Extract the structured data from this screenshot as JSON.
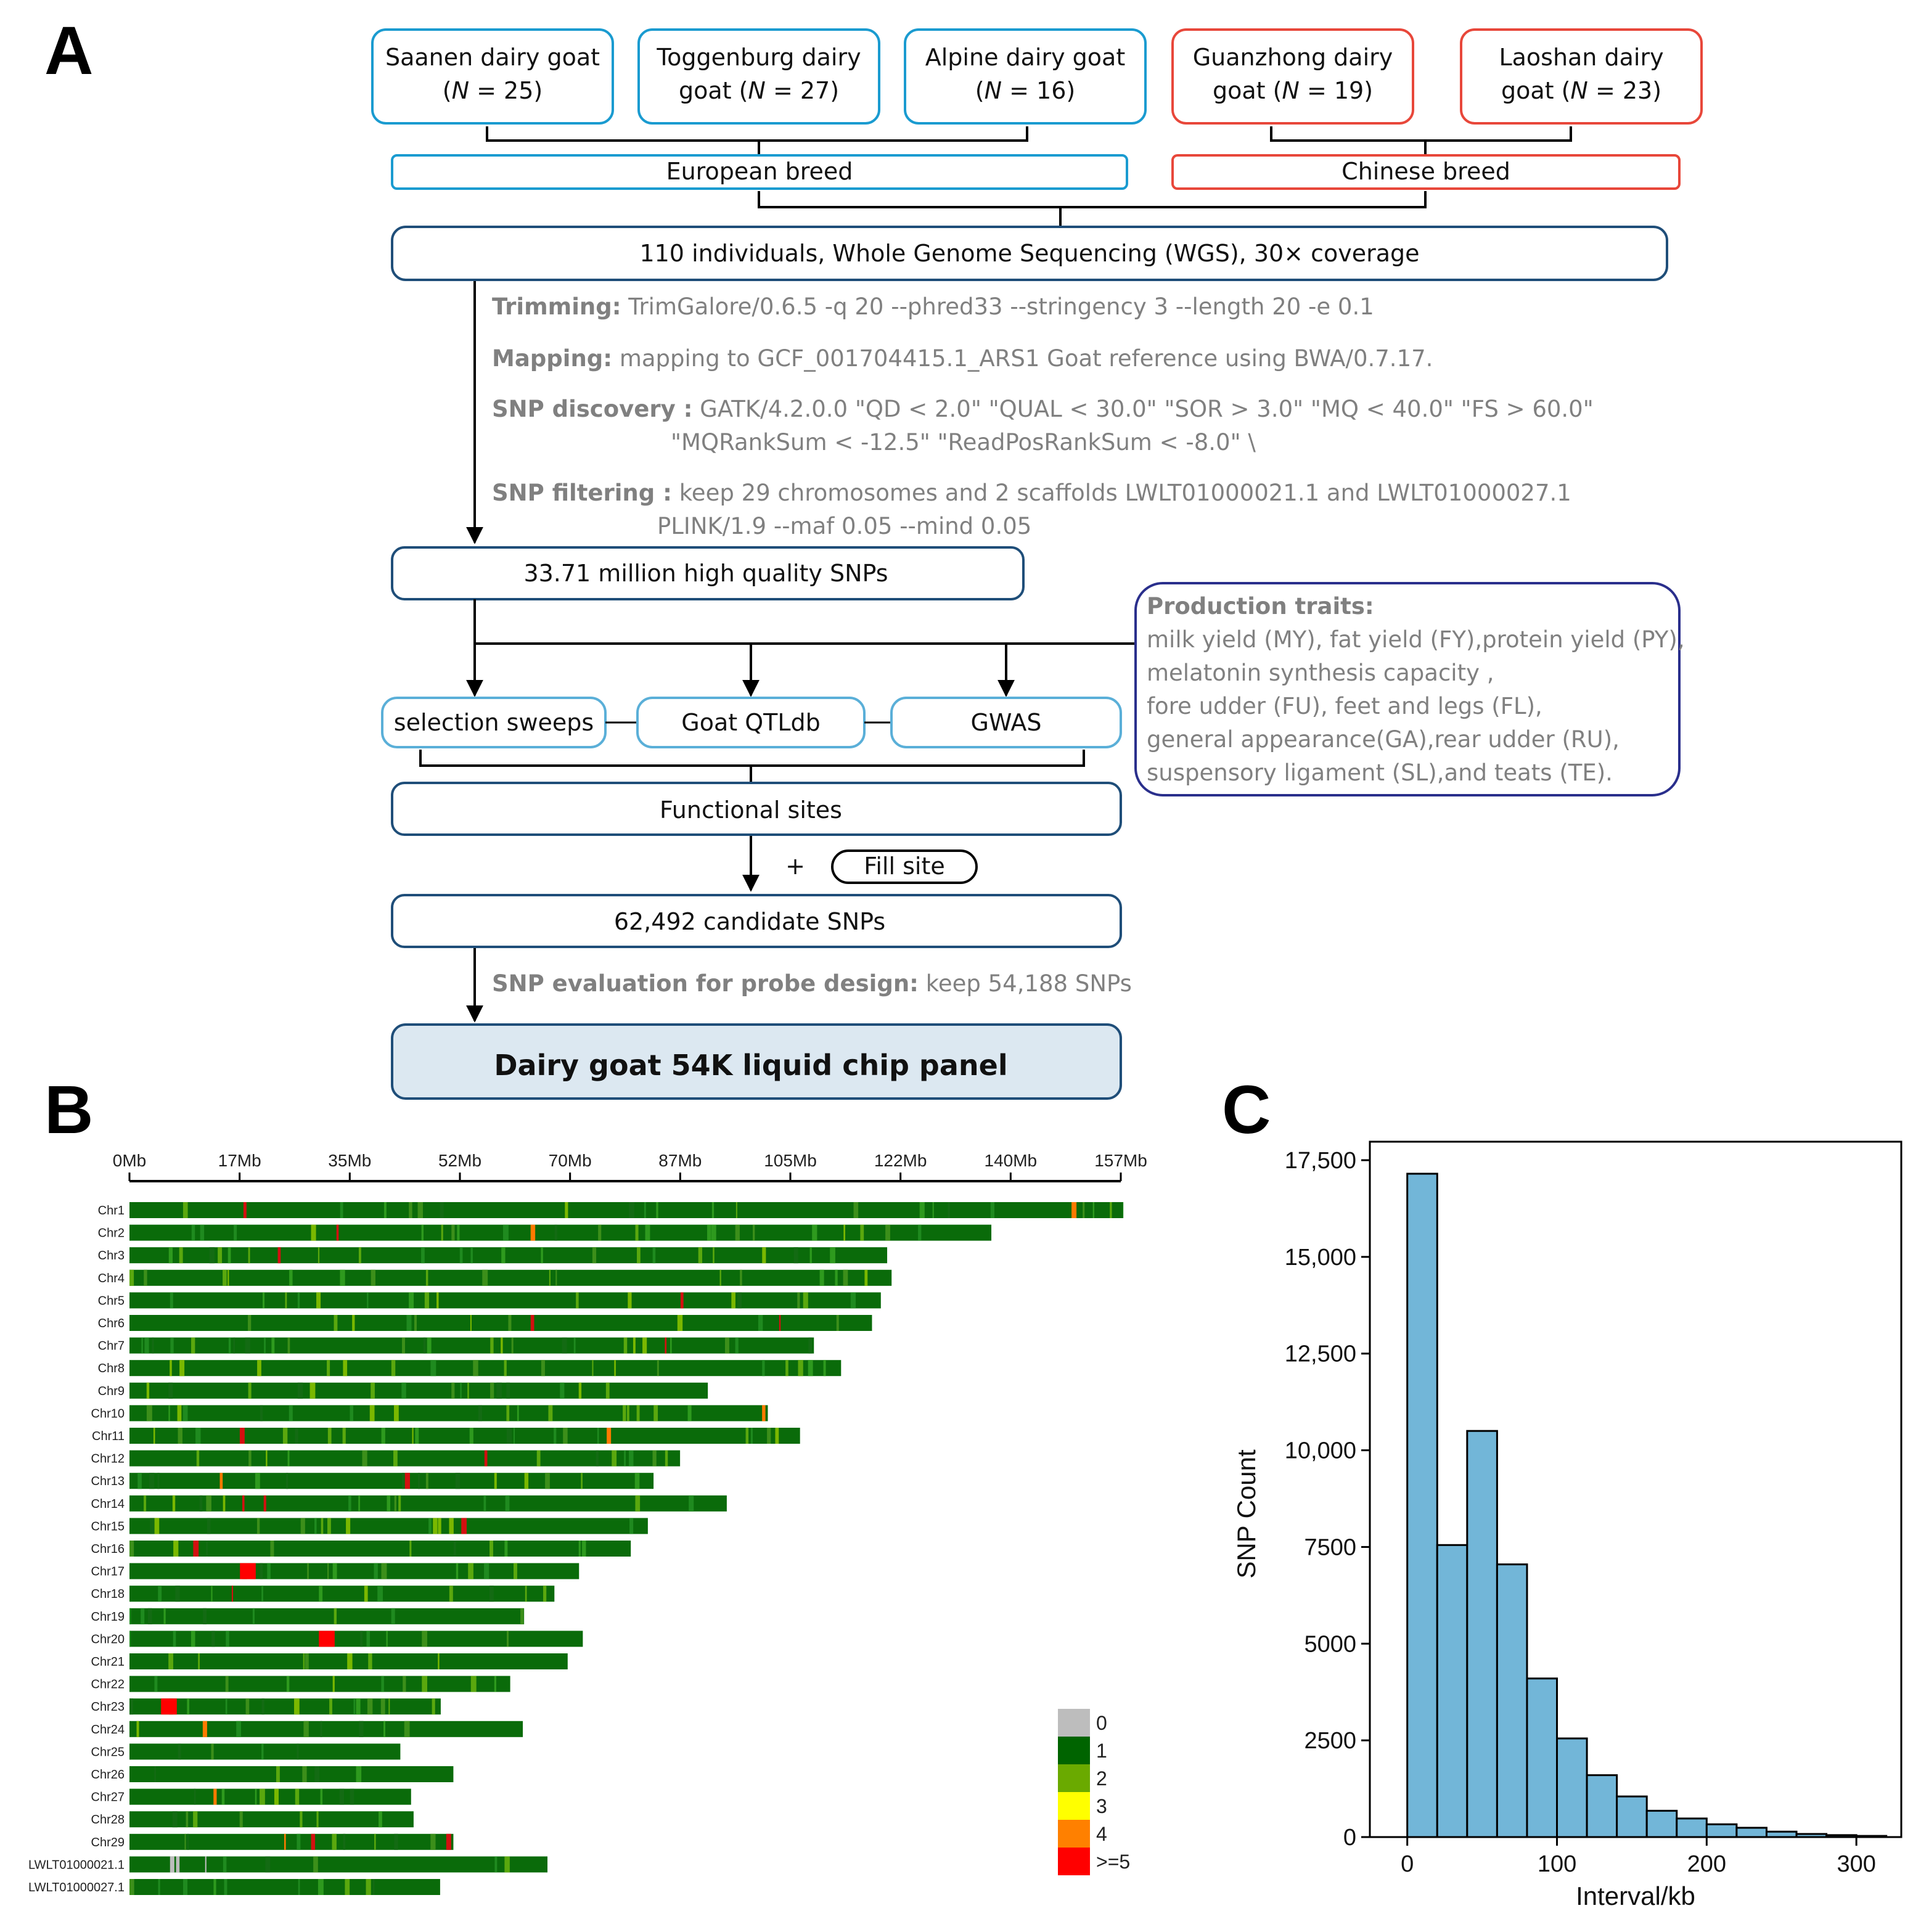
{
  "panel_a": {
    "letter": "A",
    "breeds": [
      {
        "line1": "Saanen dairy goat",
        "line2_pre": "(",
        "n": "N",
        "line2_post": " = 25)"
      },
      {
        "line1": "Toggenburg  dairy",
        "line2_pre": "goat (",
        "n": "N",
        "line2_post": " = 27)"
      },
      {
        "line1": "Alpine dairy goat",
        "line2_pre": "(",
        "n": "N",
        "line2_post": " = 16)"
      },
      {
        "line1": "Guanzhong  dairy",
        "line2_pre": "goat (",
        "n": "N",
        "line2_post": " = 19)"
      },
      {
        "line1": "Laoshan  dairy",
        "line2_pre": "goat (",
        "n": "N",
        "line2_post": " = 23)"
      }
    ],
    "group_european": "European breed",
    "group_chinese": "Chinese breed",
    "wgs_box": "110 individuals, Whole Genome Sequencing (WGS), 30× coverage",
    "trimming_label": "Trimming:",
    "trimming_text": " TrimGalore/0.6.5 -q 20 --phred33 --stringency 3 --length 20 -e 0.1",
    "mapping_label": "Mapping:",
    "mapping_text": " mapping to GCF_001704415.1_ARS1 Goat reference using BWA/0.7.17.",
    "snp_discovery_label": "SNP discovery :",
    "snp_discovery_line1": " GATK/4.2.0.0 \"QD < 2.0\" \"QUAL < 30.0\" \"SOR > 3.0\" \"MQ < 40.0\" \"FS > 60.0\"",
    "snp_discovery_line2": "\"MQRankSum < -12.5\"  \"ReadPosRankSum < -8.0\" \\",
    "snp_filtering_label": "SNP filtering :",
    "snp_filtering_line1": " keep 29 chromosomes and 2 scaffolds LWLT01000021.1 and LWLT01000027.1",
    "snp_filtering_line2": "PLINK/1.9 --maf 0.05 --mind 0.05",
    "hq_snps_box": "33.71 million high quality SNPs",
    "methods": [
      "selection sweeps",
      "Goat QTLdb",
      "GWAS"
    ],
    "traits_title": "Production traits:",
    "traits_lines": [
      "milk yield (MY), fat yield (FY),protein yield (PY),",
      "melatonin synthesis capacity ,",
      "fore udder (FU), feet and legs (FL),",
      "general appearance(GA),rear udder (RU),",
      "suspensory ligament (SL),and teats (TE)."
    ],
    "functional_box": "Functional sites",
    "plus": "+",
    "fill_site": "Fill site",
    "candidate_box": "62,492 candidate SNPs",
    "evaluation_label": "SNP evaluation for probe design:",
    "evaluation_text": " keep 54,188 SNPs",
    "chip_box": "Dairy goat 54K liquid chip panel",
    "colors": {
      "european": "#1a9bd0",
      "chinese": "#e8473a",
      "traits": "#2a2f8c",
      "chip_fill": "#dce8f1"
    }
  },
  "panel_b": {
    "letter": "B",
    "axis_ticks": [
      "0Mb",
      "17Mb",
      "35Mb",
      "52Mb",
      "70Mb",
      "87Mb",
      "105Mb",
      "122Mb",
      "140Mb",
      "157Mb"
    ],
    "axis_max_mb": 157,
    "chromosomes": [
      {
        "name": "Chr1",
        "length_mb": 157.4
      },
      {
        "name": "Chr2",
        "length_mb": 136.5
      },
      {
        "name": "Chr3",
        "length_mb": 120.0
      },
      {
        "name": "Chr4",
        "length_mb": 120.7
      },
      {
        "name": "Chr5",
        "length_mb": 119.0
      },
      {
        "name": "Chr6",
        "length_mb": 117.6
      },
      {
        "name": "Chr7",
        "length_mb": 108.4
      },
      {
        "name": "Chr8",
        "length_mb": 112.7
      },
      {
        "name": "Chr9",
        "length_mb": 91.6
      },
      {
        "name": "Chr10",
        "length_mb": 101.1
      },
      {
        "name": "Chr11",
        "length_mb": 106.2
      },
      {
        "name": "Chr12",
        "length_mb": 87.2
      },
      {
        "name": "Chr13",
        "length_mb": 83.0
      },
      {
        "name": "Chr14",
        "length_mb": 94.6
      },
      {
        "name": "Chr15",
        "length_mb": 82.1
      },
      {
        "name": "Chr16",
        "length_mb": 79.4
      },
      {
        "name": "Chr17",
        "length_mb": 71.2
      },
      {
        "name": "Chr18",
        "length_mb": 67.3
      },
      {
        "name": "Chr19",
        "length_mb": 62.5
      },
      {
        "name": "Chr20",
        "length_mb": 71.8
      },
      {
        "name": "Chr21",
        "length_mb": 69.4
      },
      {
        "name": "Chr22",
        "length_mb": 60.3
      },
      {
        "name": "Chr23",
        "length_mb": 49.3
      },
      {
        "name": "Chr24",
        "length_mb": 62.3
      },
      {
        "name": "Chr25",
        "length_mb": 42.9
      },
      {
        "name": "Chr26",
        "length_mb": 51.3
      },
      {
        "name": "Chr27",
        "length_mb": 44.6
      },
      {
        "name": "Chr28",
        "length_mb": 45.0
      },
      {
        "name": "Chr29",
        "length_mb": 51.3
      },
      {
        "name": "LWLT01000021.1",
        "length_mb": 66.2
      },
      {
        "name": "LWLT01000027.1",
        "length_mb": 49.2
      }
    ],
    "hotspots": [
      {
        "chr": "Chr17",
        "start_mb": 17.5,
        "end_mb": 20.0
      },
      {
        "chr": "Chr20",
        "start_mb": 30.0,
        "end_mb": 32.5
      },
      {
        "chr": "Chr23",
        "start_mb": 5.0,
        "end_mb": 7.5
      }
    ],
    "legend": [
      {
        "label": "0",
        "color": "#bdbdbd"
      },
      {
        "label": "1",
        "color": "#006400"
      },
      {
        "label": "2",
        "color": "#6aaa00"
      },
      {
        "label": "3",
        "color": "#ffff00"
      },
      {
        "label": "4",
        "color": "#ff8000"
      },
      {
        "label": ">=5",
        "color": "#ff0000"
      }
    ]
  },
  "panel_c": {
    "letter": "C",
    "chart_data": {
      "type": "bar",
      "title": "",
      "xlabel": "Interval/kb",
      "ylabel": "SNP Count",
      "bin_width_kb": 20,
      "bin_starts_kb": [
        0,
        20,
        40,
        60,
        80,
        100,
        120,
        140,
        160,
        180,
        200,
        220,
        240,
        260,
        280,
        300
      ],
      "values": [
        17150,
        7550,
        10500,
        7050,
        4100,
        2550,
        1600,
        1050,
        680,
        480,
        330,
        240,
        140,
        80,
        50,
        30
      ],
      "xlim": [
        -25,
        330
      ],
      "ylim": [
        0,
        17500
      ],
      "xticks": [
        0,
        100,
        200,
        300
      ],
      "yticks": [
        0,
        2500,
        5000,
        7500,
        10000,
        12500,
        15000,
        17500
      ],
      "ytick_labels": [
        "0",
        "2500",
        "5000",
        "7500",
        "10,000",
        "12,500",
        "15,000",
        "17,500"
      ],
      "bar_color": "#72b6d8",
      "grid": false
    }
  }
}
